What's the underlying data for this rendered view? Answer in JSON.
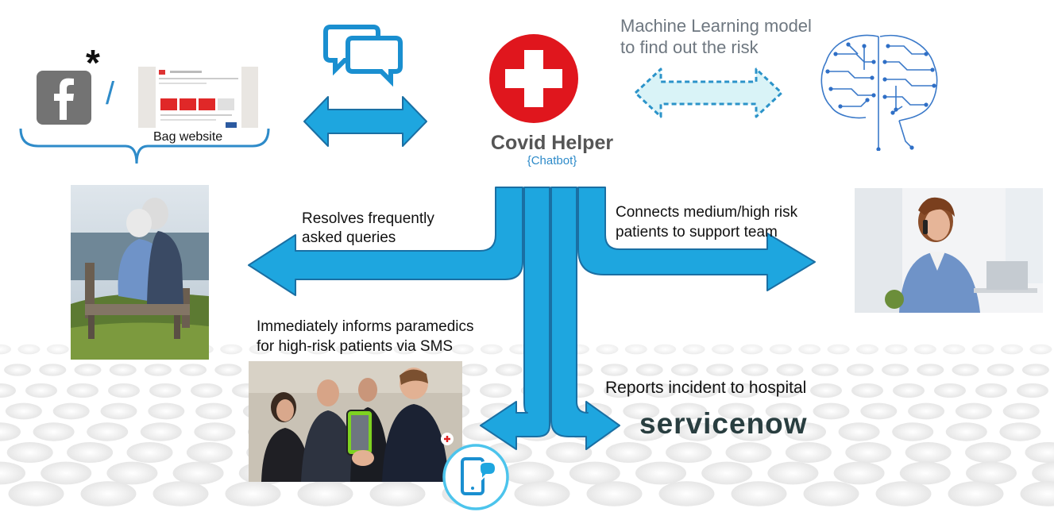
{
  "chatbot": {
    "name": "Covid Helper",
    "subtitle": "{Chatbot}"
  },
  "sources": {
    "slash": "/",
    "asterisk": "*",
    "website_label": "Bag website"
  },
  "ml": {
    "line1": "Machine Learning model",
    "line2": "to find out the risk"
  },
  "flows": {
    "faq_line1": "Resolves frequently",
    "faq_line2": "asked queries",
    "support_line1": "Connects medium/high risk",
    "support_line2": "patients to support team",
    "paramedic_line1": "Immediately informs paramedics",
    "paramedic_line2": "for high-risk patients via SMS",
    "hospital": "Reports incident to hospital"
  },
  "logos": {
    "servicenow": "servicenow"
  },
  "colors": {
    "arrow_blue": "#1EA6DF",
    "arrow_stroke": "#1A6FA3",
    "ml_arrow_fill": "#D9F3F7",
    "ml_arrow_stroke": "#2B93C9",
    "cross_red": "#E0161D",
    "brace_blue": "#2E8BC9",
    "chatbot_subtitle": "#2E8BC9",
    "ml_text": "#6E7780",
    "servicenow_text": "#293E40",
    "servicenow_accent": "#81B5A1"
  }
}
